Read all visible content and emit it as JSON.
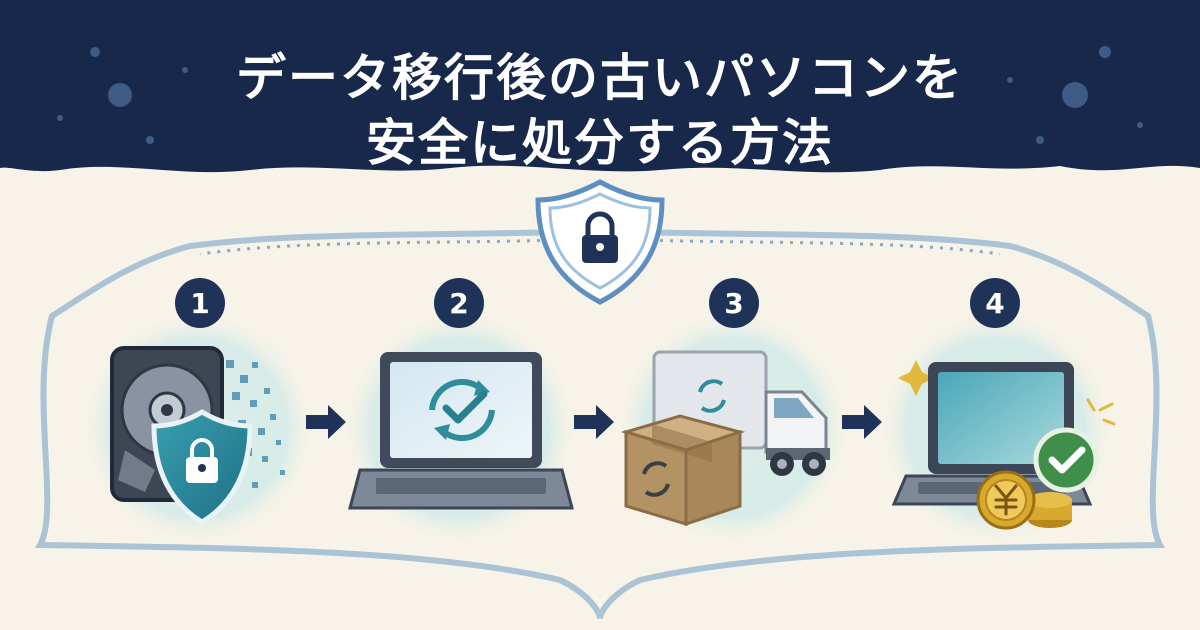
{
  "title": {
    "line1": "データ移行後の古いパソコンを",
    "line2": "安全に処分する方法"
  },
  "steps": [
    {
      "number": "1",
      "icon": "hard-drive-shield-lock-icon"
    },
    {
      "number": "2",
      "icon": "laptop-refresh-check-icon"
    },
    {
      "number": "3",
      "icon": "truck-box-recycle-icon"
    },
    {
      "number": "4",
      "icon": "laptop-yen-coins-check-icon"
    }
  ],
  "top_icon": "shield-lock-icon",
  "colors": {
    "header_navy": "#17284a",
    "number_navy": "#1f3257",
    "teal": "#2f8c9a",
    "green": "#3f8f4a",
    "gold": "#d8a92f",
    "cardboard": "#b39264",
    "paper": "#f7f3e8"
  }
}
